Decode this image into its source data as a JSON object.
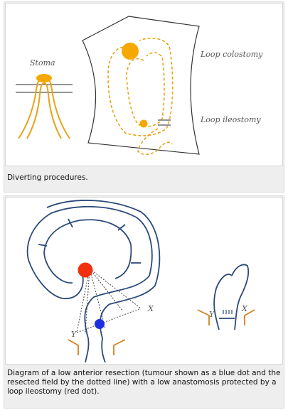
{
  "figure1": {
    "labels": {
      "stoma": "Stoma",
      "loop_colostomy": "Loop colostomy",
      "loop_ileostomy": "Loop ileostomy"
    },
    "caption": "Diverting procedures.",
    "colors": {
      "bowel": "#e8a317",
      "stoma_fill": "#f5a800",
      "outline": "#333333",
      "line": "#555555"
    }
  },
  "figure2": {
    "labels": {
      "x_left": "X",
      "y_left": "Y",
      "x_right": "X",
      "y_right": "Y"
    },
    "caption": "Diagram of a low anterior resection (tumour shown as a blue dot and the resected field by the dotted line) with a low anastomosis protected by a loop ileostomy (red dot).",
    "colors": {
      "bowel": "#2b4a7a",
      "tumour": "#1e2fe0",
      "ileostomy": "#f03010",
      "clamp": "#d4801e",
      "dotted": "#444444"
    }
  }
}
